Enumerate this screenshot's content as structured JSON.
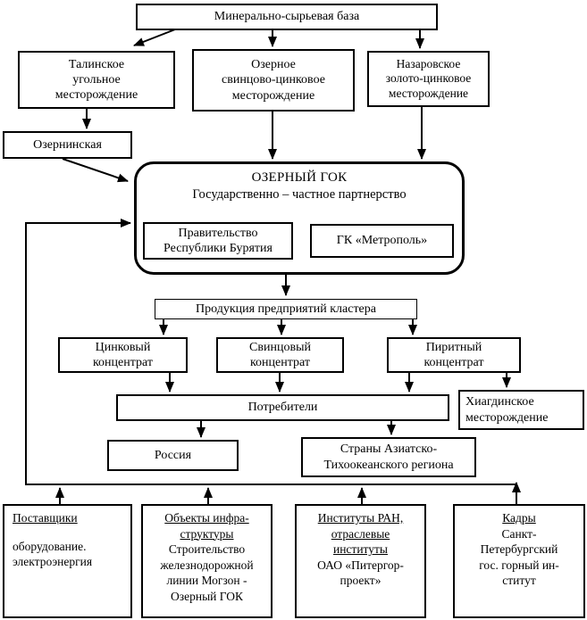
{
  "diagram": {
    "top_box": "Минерально-сырьевая база",
    "deposits": [
      "Талинское\nугольное\nместорождение",
      "Озерное\nсвинцово-цинковое\nместорождение",
      "Назаровское\nзолото-цинковое\nместорождение"
    ],
    "ozerninskaya": "Озернинская",
    "gok": {
      "title": "ОЗЕРНЫЙ ГОК",
      "subtitle": "Государственно – частное партнерство",
      "partners": [
        "Правительство\nРеспублики Бурятия",
        "ГК «Метрополь»"
      ]
    },
    "products_header": "Продукция предприятий кластера",
    "products": [
      "Цинковый\nконцентрат",
      "Свинцовый\nконцентрат",
      "Пиритный\nконцентрат"
    ],
    "consumers": "Потребители",
    "khiagda": "Хиагдинское\nместорождение",
    "markets": [
      "Россия",
      "Страны Азиатско-\nТихоокеанского региона"
    ],
    "bottom": [
      {
        "title": "Поставщики",
        "body": "оборудование.\nэлектроэнергия"
      },
      {
        "title": "Объекты инфра-\nструктуры",
        "body": "Строительство\nжелезнодорожной\nлинии Могзон -\nОзерный ГОК"
      },
      {
        "title": "Институты РАН,\nотраслевые\nинституты",
        "body": "ОАО «Питергор-\nпроект»"
      },
      {
        "title": "Кадры",
        "body": "Санкт-\nПетербургский\nгос. горный ин-\nститут"
      }
    ],
    "colors": {
      "line": "#000000",
      "background": "#ffffff"
    }
  }
}
